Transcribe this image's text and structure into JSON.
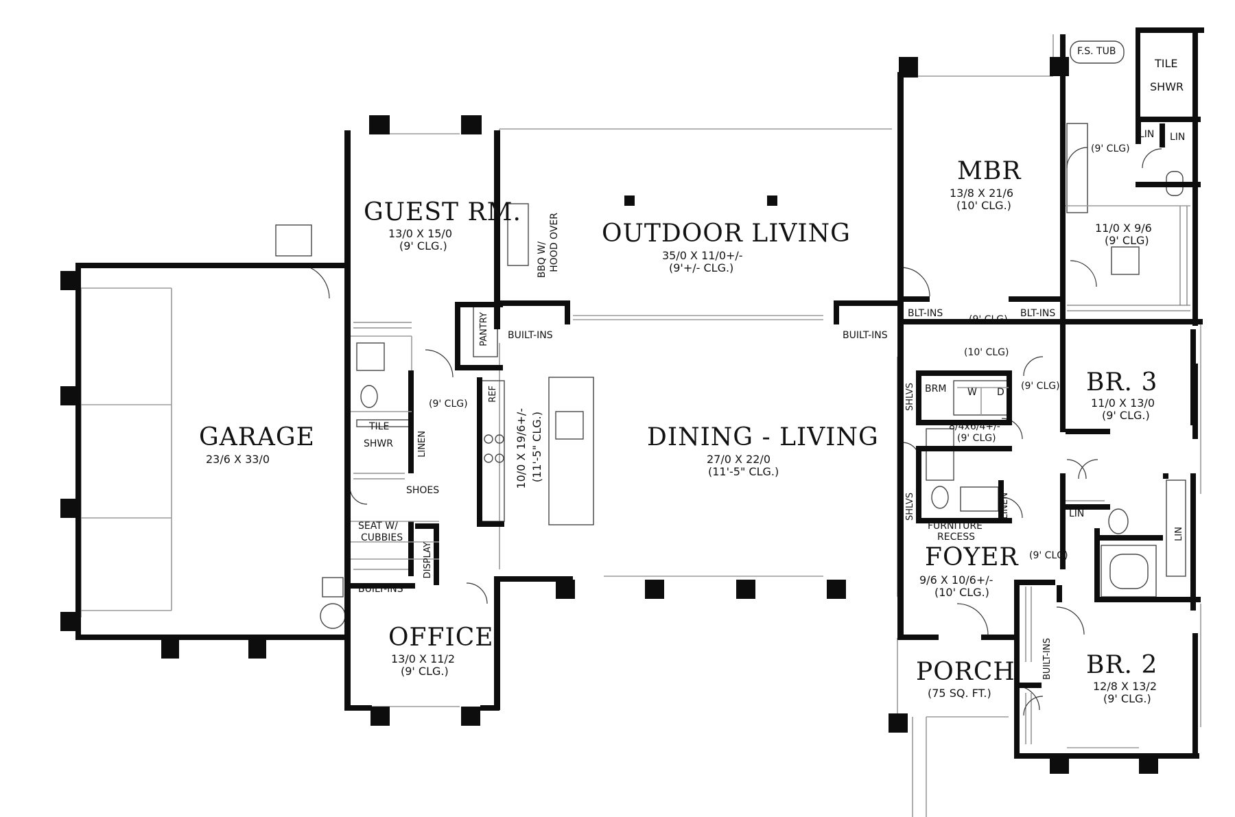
{
  "rooms": {
    "garage": {
      "name": "GARAGE",
      "dims": "23/6 X 33/0"
    },
    "guest": {
      "name": "GUEST RM.",
      "dims": "13/0 X 15/0",
      "ceiling": "(9' CLG.)"
    },
    "outdoor": {
      "name": "OUTDOOR LIVING",
      "dims": "35/0 X 11/0+/-",
      "ceiling": "(9'+/- CLG.)"
    },
    "mbr": {
      "name": "MBR",
      "dims": "13/8 X 21/6",
      "ceiling": "(10' CLG.)"
    },
    "dining_living": {
      "name": "DINING - LIVING",
      "dims": "27/0 X 22/0",
      "ceiling": "(11'-5\" CLG.)"
    },
    "kitchen": {
      "dims": "10/0 X 19/6+/-",
      "ceiling": "(11'-5\" CLG.)"
    },
    "br3": {
      "name": "BR. 3",
      "dims": "11/0 X 13/0",
      "ceiling": "(9' CLG.)"
    },
    "br2": {
      "name": "BR. 2",
      "dims": "12/8 X 13/2",
      "ceiling": "(9' CLG.)"
    },
    "foyer": {
      "name": "FOYER",
      "dims": "9/6 X 10/6+/-",
      "ceiling": "(10' CLG.)"
    },
    "office": {
      "name": "OFFICE",
      "dims": "13/0 X 11/2",
      "ceiling": "(9' CLG.)"
    },
    "porch": {
      "name": "PORCH",
      "dims": "(75 SQ. FT.)"
    },
    "closet": {
      "dims": "11/0 X 9/6",
      "ceiling": "(9' CLG)"
    },
    "laundry": {
      "dims": "8/4x6/4+/-",
      "ceiling": "(9' CLG)"
    }
  },
  "labels": {
    "fs_tub": "F.S. TUB",
    "tile": "TILE",
    "shwr": "SHWR",
    "lin": "LIN",
    "linen": "LINEN",
    "clg_9": "(9' CLG)",
    "clg_10": "(10' CLG)",
    "blt_ins": "BLT-INS",
    "built_ins": "BUILT-INS",
    "pantry": "PANTRY",
    "ref": "REF",
    "bbq_line1": "BBQ W/",
    "bbq_line2": "HOOD OVER",
    "brm": "BRM",
    "w": "W",
    "d": "D",
    "shlvs": "SHLVS",
    "shoes": "SHOES",
    "seat_line1": "SEAT W/",
    "seat_line2": "CUBBIES",
    "display": "DISPLAY",
    "furniture_line1": "FURNITURE",
    "furniture_line2": "RECESS"
  },
  "colors": {
    "wall": "#0d0d0d",
    "paper": "#ffffff",
    "line": "#9a9a9a"
  }
}
